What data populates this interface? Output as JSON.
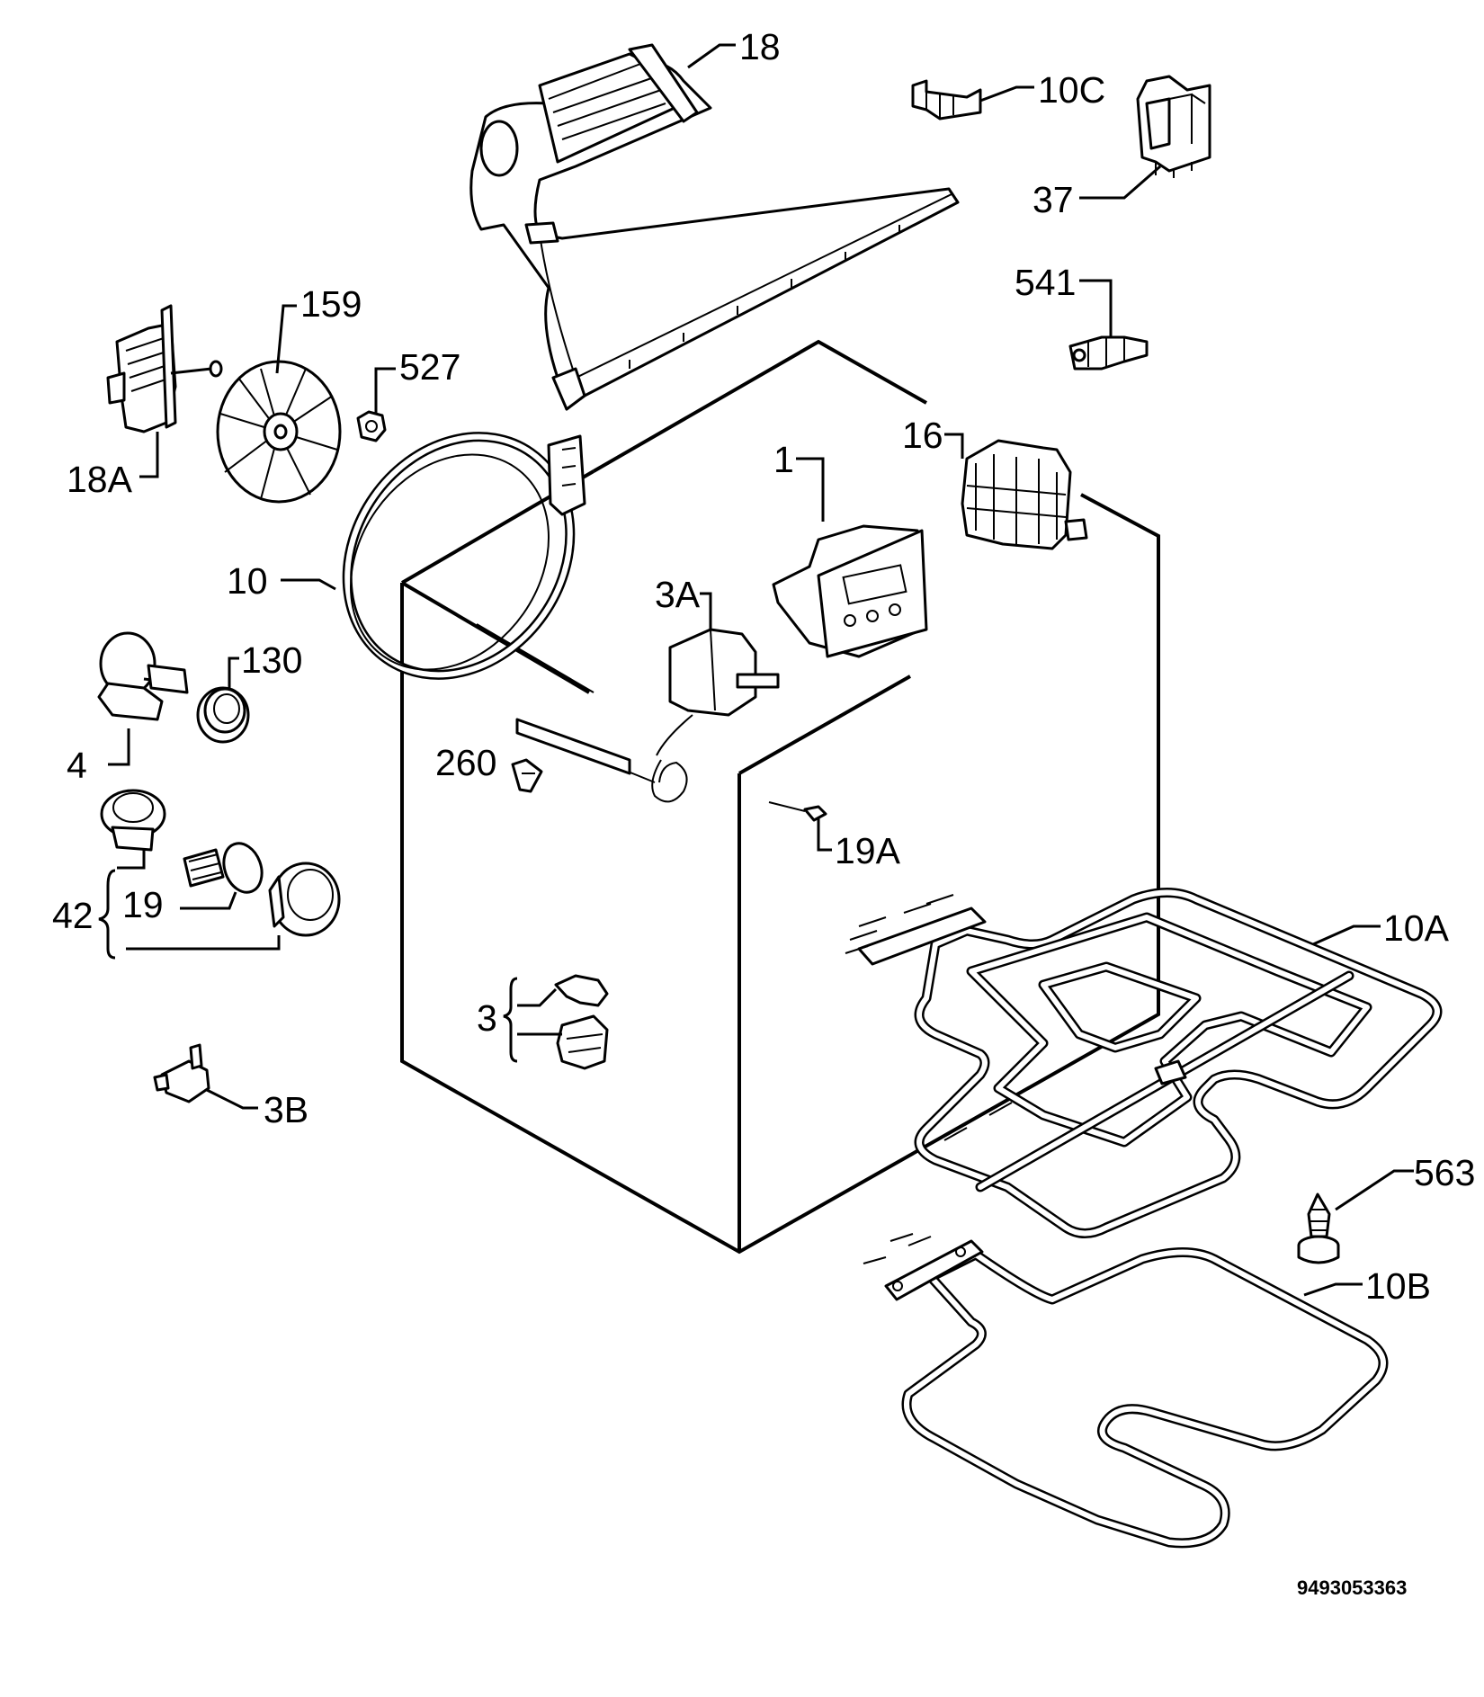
{
  "drawing_code": "9493053363",
  "labels": {
    "p1": "1",
    "p3": "3",
    "p3a": "3A",
    "p3b": "3B",
    "p4": "4",
    "p10": "10",
    "p10a": "10A",
    "p10b": "10B",
    "p10c": "10C",
    "p16": "16",
    "p18": "18",
    "p18a": "18A",
    "p19": "19",
    "p19a": "19A",
    "p37": "37",
    "p42": "42",
    "p130": "130",
    "p159": "159",
    "p260": "260",
    "p527": "527",
    "p541": "541",
    "p563": "563"
  }
}
